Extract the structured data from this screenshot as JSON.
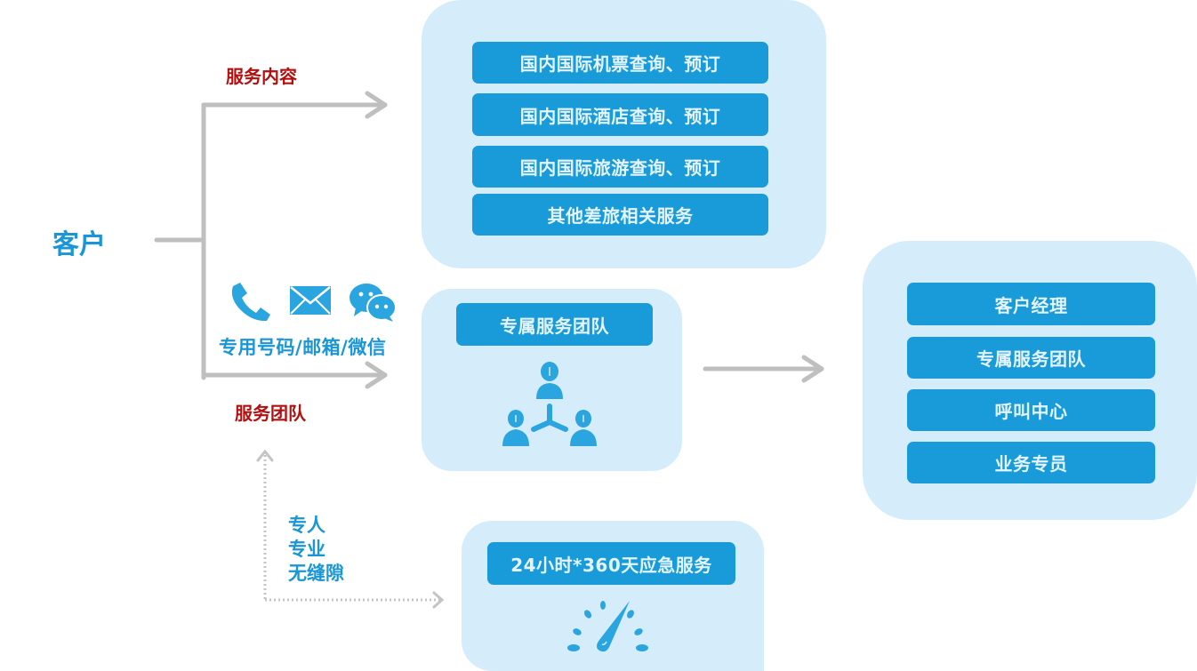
{
  "customer": {
    "label": "客户"
  },
  "branches": {
    "service_content_label": "服务内容",
    "service_team_label": "服务团队",
    "contact_channels_label": "专用号码/邮箱/微信",
    "contact_icons": [
      "phone-icon",
      "mail-icon",
      "wechat-icon"
    ]
  },
  "service_content": {
    "items": [
      "国内国际机票查询、预订",
      "国内国际酒店查询、预订",
      "国内国际旅游查询、预订",
      "其他差旅相关服务"
    ]
  },
  "team_panel": {
    "title": "专属服务团队",
    "icon": "team-network-icon"
  },
  "team_members": {
    "items": [
      "客户经理",
      "专属服务团队",
      "呼叫中心",
      "业务专员"
    ]
  },
  "qualities": {
    "lines": [
      "专人",
      "专业",
      "无缝隙"
    ]
  },
  "emergency_panel": {
    "title": "24小时*360天应急服务",
    "icon": "speedometer-icon"
  },
  "colors": {
    "accent_blue": "#199ad9",
    "panel_bg": "#d5edfb",
    "label_red": "#b20f0f",
    "text_blue": "#1a96d6",
    "arrow_gray": "#bfbfbf"
  }
}
